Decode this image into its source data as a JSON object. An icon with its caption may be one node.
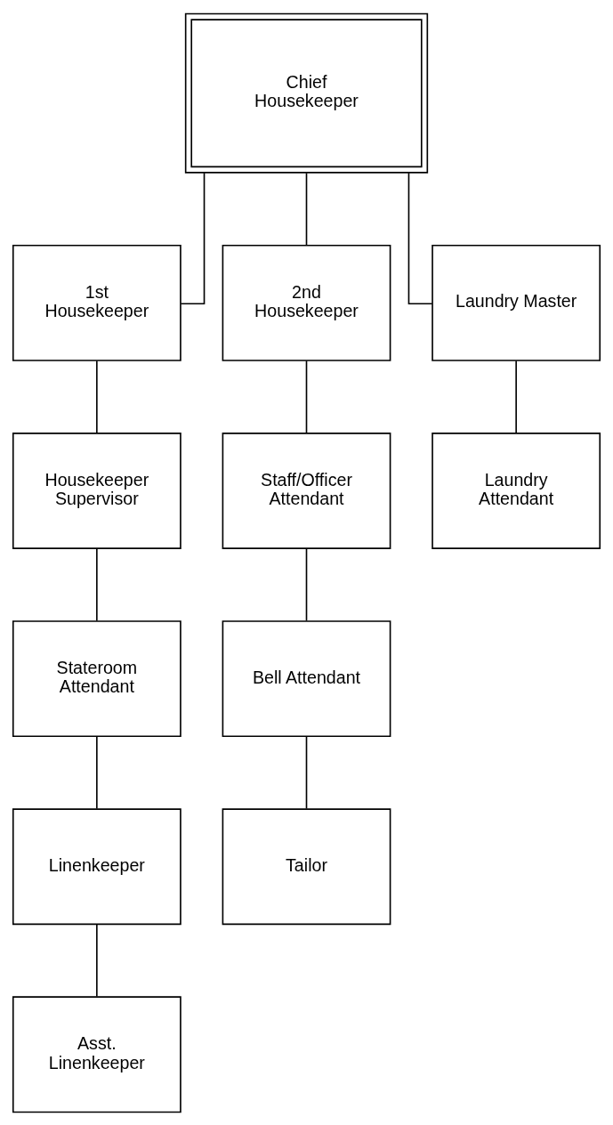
{
  "diagram": {
    "nodes": [
      {
        "text": [
          "Chief Housekeeper"
        ]
      },
      {
        "text": [
          "1st Housekeeper"
        ]
      },
      {
        "text": [
          "2nd Housekeeper"
        ]
      },
      {
        "text": [
          "Laundry Master"
        ]
      },
      {
        "text": [
          "Housekeeper Supervisor"
        ]
      },
      {
        "text": [
          "Staff/Officer Attendant"
        ]
      },
      {
        "text": [
          "Laundry Attendant"
        ]
      },
      {
        "text": [
          "Stateroom Attendant"
        ]
      },
      {
        "text": [
          "Bell Attendant"
        ]
      },
      {
        "text": [
          "Linenkeeper"
        ]
      },
      {
        "text": [
          "Tailor"
        ]
      },
      {
        "text": [
          "Asst. Linenkeeper"
        ]
      }
    ],
    "edges": [
      {
        "from": 0,
        "to": 1,
        "arrow": "none"
      },
      {
        "from": 0,
        "to": 2,
        "arrow": "none"
      },
      {
        "from": 0,
        "to": 3,
        "arrow": "none"
      },
      {
        "from": 1,
        "to": 4,
        "arrow": "none"
      },
      {
        "from": 2,
        "to": 5,
        "arrow": "none"
      },
      {
        "from": 3,
        "to": 6,
        "arrow": "none"
      },
      {
        "from": 4,
        "to": 7,
        "arrow": "none"
      },
      {
        "from": 5,
        "to": 8,
        "arrow": "none"
      },
      {
        "from": 7,
        "to": 9,
        "arrow": "none"
      },
      {
        "from": 8,
        "to": 10,
        "arrow": "none"
      },
      {
        "from": 9,
        "to": 11,
        "arrow": "none"
      }
    ]
  }
}
